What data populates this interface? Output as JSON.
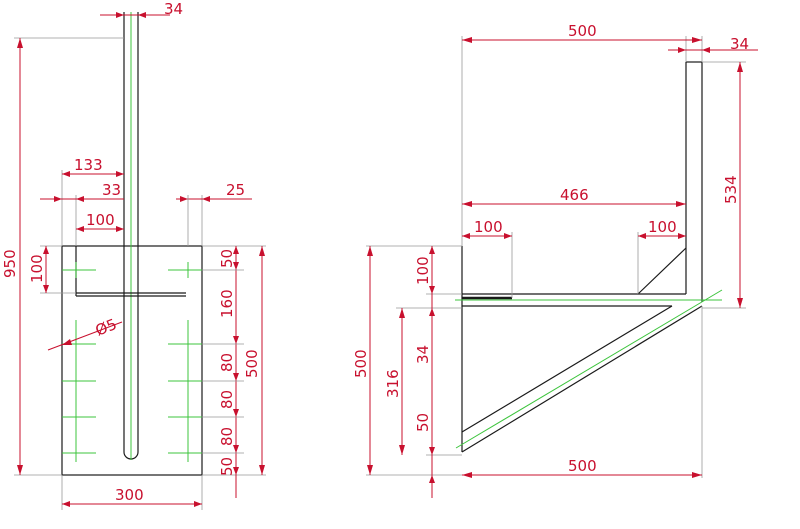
{
  "left_view": {
    "rod_width": "34",
    "total_height": "950",
    "offset_133": "133",
    "offset_33": "33",
    "offset_100": "100",
    "edge_25": "25",
    "plate_width": "300",
    "plate_height": "500",
    "top_100": "100",
    "diameter": "Ø5",
    "spacing_50_top": "50",
    "spacing_160": "160",
    "spacing_80_a": "80",
    "spacing_80_b": "80",
    "spacing_80_c": "80",
    "spacing_50_bottom": "50"
  },
  "right_view": {
    "top_width": "500",
    "rod_width": "34",
    "inner_width": "466",
    "left_100": "100",
    "right_100": "100",
    "vertical_534": "534",
    "total_height": "500",
    "height_316": "316",
    "dim_100": "100",
    "dim_34": "34",
    "dim_50": "50",
    "bottom_width": "500"
  }
}
